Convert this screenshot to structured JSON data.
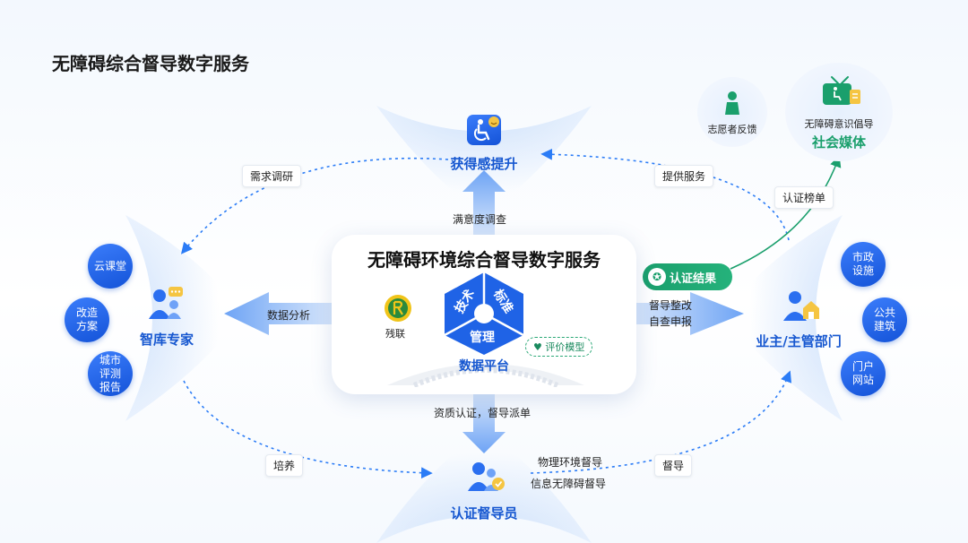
{
  "title": "无障碍综合督导数字服务",
  "center": {
    "title": "无障碍环境综合督导数字服务",
    "cjl": "残联",
    "seg_tech": "技术",
    "seg_std": "标准",
    "seg_mgmt": "管理",
    "platform": "数据平台",
    "eval_model": "评价模型"
  },
  "nodes": {
    "top": "获得感提升",
    "left": "智库专家",
    "right": "业主/主管部门",
    "bottom": "认证督导员",
    "social": "社会媒体",
    "social_sub": "无障碍意识倡导",
    "volunteer": "志愿者反馈"
  },
  "left_circles": [
    "云课堂",
    "改造方案",
    "城市评测报告"
  ],
  "right_circles": [
    "市政设施",
    "公共建筑",
    "门户网站"
  ],
  "labels": {
    "demand": "需求调研",
    "provide": "提供服务",
    "satisfaction": "满意度调查",
    "data_analysis": "数据分析",
    "cert_result": "认证结果",
    "rectify": "督导整改",
    "self_report": "自查申报",
    "cert_rank": "认证榜单",
    "qualify": "资质认证，督导派单",
    "train": "培养",
    "supervise": "督导",
    "phys": "物理环境督导",
    "info": "信息无障碍督导"
  },
  "colors": {
    "primary": "#1657d0",
    "green": "#1a9f6c",
    "accent": "#2b7cf6"
  }
}
